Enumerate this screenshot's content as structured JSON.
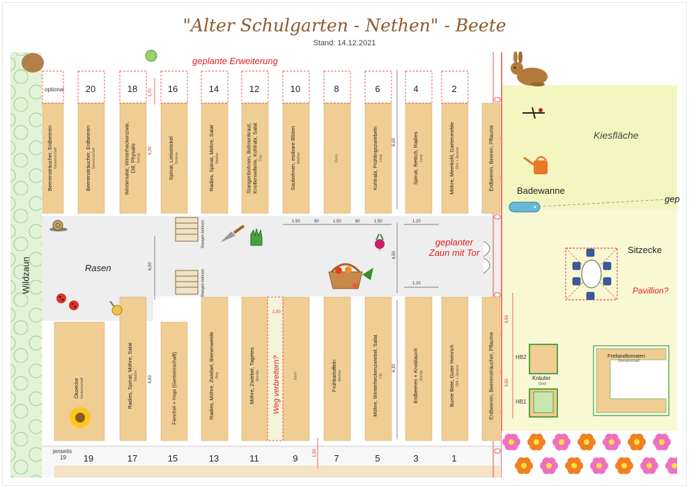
{
  "title": "\"Alter Schulgarten - Nethen\" - Beete",
  "subtitle": "Stand: 14.12.2021",
  "colors": {
    "bed": "#f0cd92",
    "path": "#ececec",
    "lawn": "#f8f8d0",
    "kies": "#f4f6c0",
    "hedge": "#d8ecc8",
    "red": "#e02020",
    "title": "#8a5a30"
  },
  "labels": {
    "geplante_erweiterung": "geplante Erweiterung",
    "optional": "optional",
    "wildzaun": "Wildzaun",
    "rasen": "Rasen",
    "kiesflaeche": "Kiesfläche",
    "badewanne": "Badewanne",
    "gep": "gep",
    "zaun_line1": "geplanter",
    "zaun_line2": "Zaun mit Tor",
    "sitzecke": "Sitzecke",
    "pavillion": "Pavillion?",
    "weg": "Weg verbreitern?",
    "jenseits": "jenseits",
    "jenseits_num": "19",
    "hb1": "HB1",
    "hb2": "HB2",
    "kraeuter": "Kräuter",
    "kraeuter_sub": "Grell",
    "freiland": "Freilandtomaten",
    "freiland_sub": "Gemeinschaft",
    "stangen1": "Stangen-bohnen",
    "stangen2": "Stangen-bohnen"
  },
  "top_numbers": [
    "20",
    "18",
    "16",
    "14",
    "12",
    "10",
    "8",
    "6",
    "4",
    "2"
  ],
  "bottom_numbers": [
    "19",
    "17",
    "15",
    "13",
    "11",
    "9",
    "7",
    "5",
    "3",
    "1"
  ],
  "dimensions": {
    "d_170": "1,70",
    "d_630": "6,30",
    "d_600a": "6,00",
    "d_600b": "6,00",
    "d_450": "4,50",
    "d_660": "6,60",
    "d_630b": "6,30",
    "d_100": "1,00",
    "d_150": "1,50",
    "d_350a": "3,50",
    "d_350b": "3,50",
    "row_150a": "1.50",
    "row_80a": "80",
    "row_150b": "1.50",
    "row_80b": "80",
    "row_150c": "1.50",
    "row_120a": "1.20",
    "row_120b": "1.20"
  },
  "top_beds": [
    {
      "text": "Beerensträucher, Erdbeeren",
      "sub": "Gemeinschaft"
    },
    {
      "text": "Beerensträucher, Erdbeeren",
      "sub": "Gemeinschaft"
    },
    {
      "text": "Wintersalat, Winterheckenzwie,|Dill, Physalis",
      "sub": "Svenja"
    },
    {
      "text": "Spinat, Liebstöckel",
      "sub": "Simone"
    },
    {
      "text": "Radies, Spinat, Möhre, Salat",
      "sub": "Nadine"
    },
    {
      "text": "Stangenbohnen, Bohnenkraut,|Knollensellerie, Kohlrabi, Salat",
      "sub": "Tina"
    },
    {
      "text": "Saubohnen, essbare Blüten",
      "sub": "Martina"
    },
    {
      "text": "",
      "sub": "Karin"
    },
    {
      "text": "Kohlrabi, Frühlingszwiebeln",
      "sub": "Lena"
    },
    {
      "text": "Spinat, Rettich, Radies",
      "sub": "Lena"
    },
    {
      "text": "Möhre, Meerkohl, Gartenmelde",
      "sub": "Dirk + Jessica"
    },
    {
      "text": "Erdbeeren, Beeren, Pflaume",
      "sub": ""
    }
  ],
  "bottom_beds": [
    {
      "text": "Ökoecke",
      "sub": "Gemeinschaft"
    },
    {
      "text": "Radies, Spinat, Möhre, Salat",
      "sub": "Nadine"
    },
    {
      "text": "Fenchel + Hopi (Gemeinschaft)",
      "sub": ""
    },
    {
      "text": "Radies, Möhre, Zwiebel, Bienenweide",
      "sub": "Jörg"
    },
    {
      "text": "Möhre, Zwiebel, Tagetes",
      "sub": "Monika"
    },
    {
      "text": "",
      "sub": "Karin"
    },
    {
      "text": "Frühkartoffeln",
      "sub": "Martina"
    },
    {
      "text": "Möhre, Winterheckenzwiebel, Salat",
      "sub": "Ute"
    },
    {
      "text": "Erdbeeren + Knoblauch",
      "sub": "Svenja"
    },
    {
      "text": "Bunte Bete, Guter Heinrich",
      "sub": "Dirk + Jessica"
    },
    {
      "text": "Erdbeeren, Beerensträucher, Pflaume",
      "sub": ""
    }
  ],
  "icons": [
    "rabbit-icon",
    "shears-icon",
    "watering-can-icon",
    "bathtub-icon",
    "snail-icon",
    "trowel-icon",
    "gloves-icon",
    "radish-icon",
    "basket-icon",
    "ladybug-icon",
    "onion-icon",
    "sunflower-icon",
    "flower-icon",
    "table-icon",
    "chair-icon"
  ]
}
